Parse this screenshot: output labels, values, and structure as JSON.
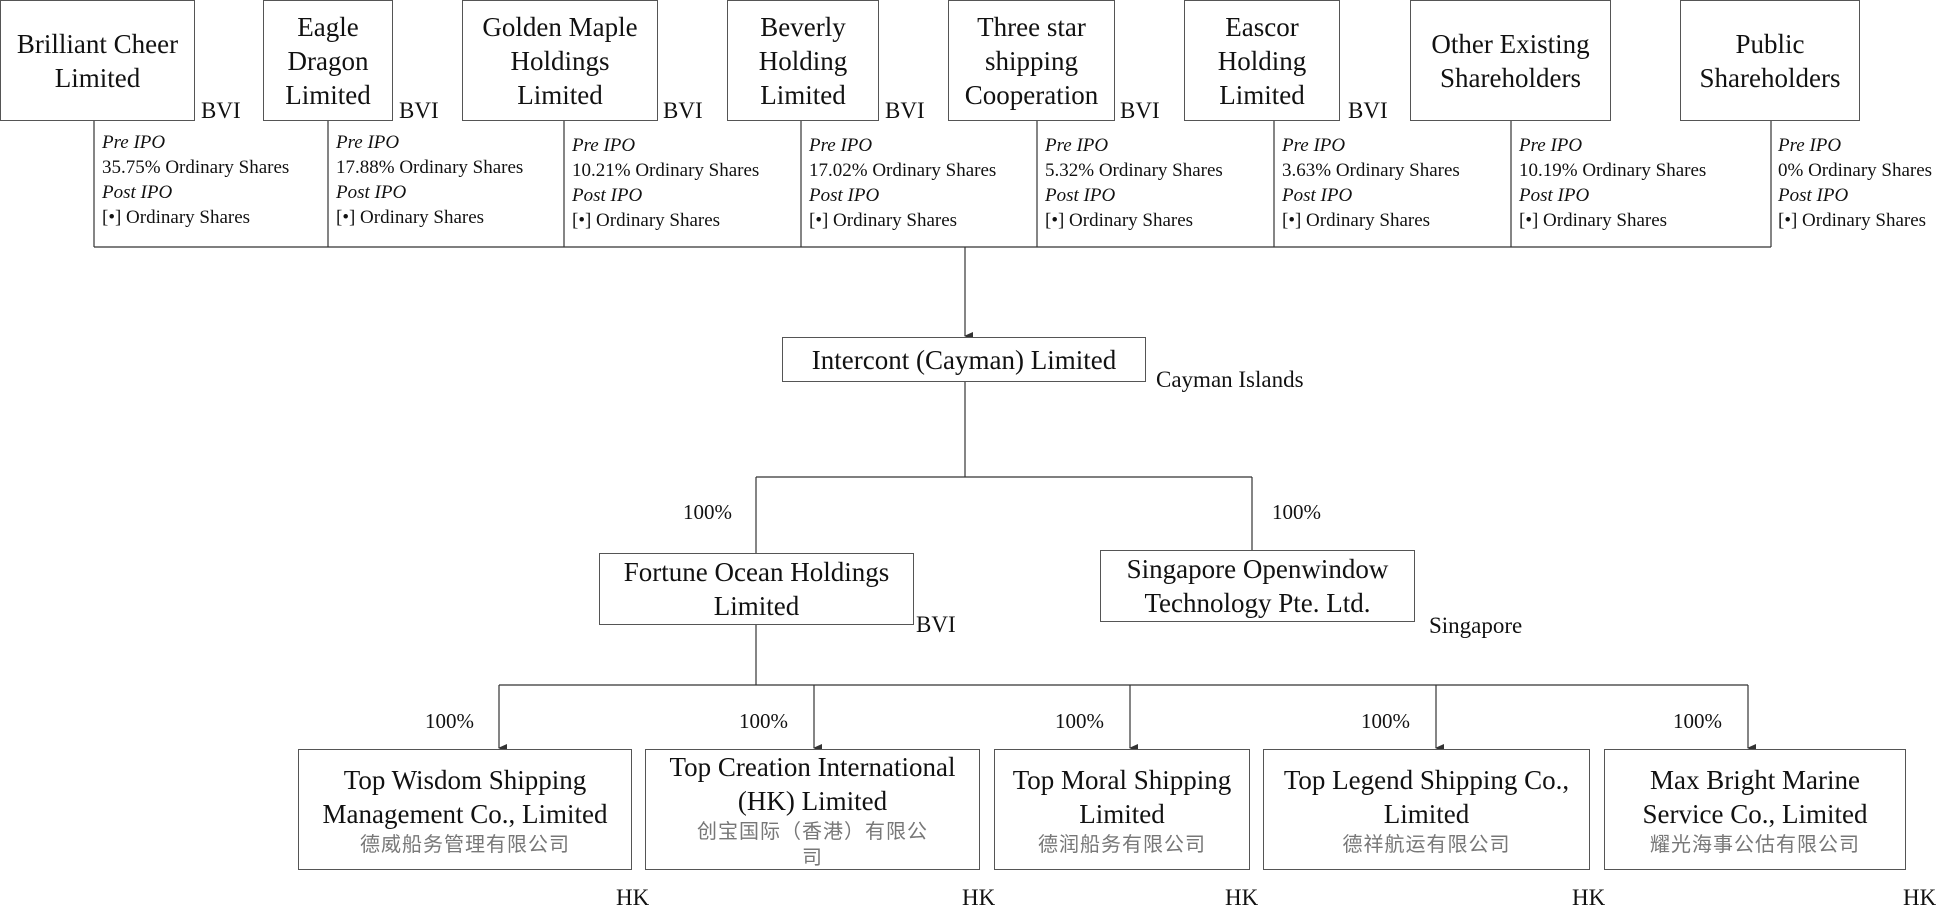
{
  "shareholders": [
    {
      "name": "Brilliant Cheer Limited",
      "jurisdiction": "BVI",
      "pre_label": "Pre IPO",
      "pre_value": "35.75% Ordinary Shares",
      "post_label": "Post IPO",
      "post_value": "[•] Ordinary Shares"
    },
    {
      "name": "Eagle Dragon Limited",
      "jurisdiction": "BVI",
      "pre_label": "Pre IPO",
      "pre_value": "17.88% Ordinary Shares",
      "post_label": "Post IPO",
      "post_value": "[•] Ordinary Shares"
    },
    {
      "name": "Golden Maple Holdings Limited",
      "jurisdiction": "BVI",
      "pre_label": "Pre IPO",
      "pre_value": "10.21% Ordinary Shares",
      "post_label": "Post IPO",
      "post_value": "[•] Ordinary Shares"
    },
    {
      "name": "Beverly Holding Limited",
      "jurisdiction": "BVI",
      "pre_label": "Pre IPO",
      "pre_value": "17.02% Ordinary Shares",
      "post_label": "Post IPO",
      "post_value": "[•] Ordinary Shares"
    },
    {
      "name": "Three star shipping Cooperation",
      "jurisdiction": "BVI",
      "pre_label": "Pre IPO",
      "pre_value": "5.32% Ordinary Shares",
      "post_label": "Post IPO",
      "post_value": "[•] Ordinary Shares"
    },
    {
      "name": "Eascor Holding Limited",
      "jurisdiction": "BVI",
      "pre_label": "Pre IPO",
      "pre_value": "3.63% Ordinary Shares",
      "post_label": "Post IPO",
      "post_value": "[•] Ordinary Shares"
    },
    {
      "name": "Other Existing Shareholders",
      "jurisdiction": "",
      "pre_label": "Pre IPO",
      "pre_value": "10.19% Ordinary Shares",
      "post_label": "Post IPO",
      "post_value": "[•] Ordinary Shares"
    },
    {
      "name": "Public Shareholders",
      "jurisdiction": "",
      "pre_label": "Pre IPO",
      "pre_value": "0% Ordinary Shares",
      "post_label": "Post IPO",
      "post_value": "[•] Ordinary Shares"
    }
  ],
  "parent": {
    "name": "Intercont (Cayman) Limited",
    "jurisdiction": "Cayman Islands"
  },
  "level2": [
    {
      "name": "Fortune Ocean Holdings Limited",
      "jurisdiction": "BVI",
      "ownership": "100%"
    },
    {
      "name": "Singapore Openwindow Technology Pte. Ltd.",
      "jurisdiction": "Singapore",
      "ownership": "100%"
    }
  ],
  "subsidiaries": [
    {
      "name": "Top Wisdom Shipping Management Co., Limited",
      "chinese": "德威船务管理有限公司",
      "jurisdiction": "HK",
      "ownership": "100%"
    },
    {
      "name": "Top Creation International (HK) Limited",
      "chinese": "创宝国际（香港）有限公司",
      "jurisdiction": "HK",
      "ownership": "100%"
    },
    {
      "name": "Top Moral Shipping Limited",
      "chinese": "德润船务有限公司",
      "jurisdiction": "HK",
      "ownership": "100%"
    },
    {
      "name": "Top Legend Shipping Co., Limited",
      "chinese": "德祥航运有限公司",
      "jurisdiction": "HK",
      "ownership": "100%"
    },
    {
      "name": "Max Bright Marine Service Co., Limited",
      "chinese": "耀光海事公估有限公司",
      "jurisdiction": "HK",
      "ownership": "100%"
    }
  ],
  "colors": {
    "line": "#333333",
    "border": "#555555",
    "chinese_text": "#777777"
  }
}
